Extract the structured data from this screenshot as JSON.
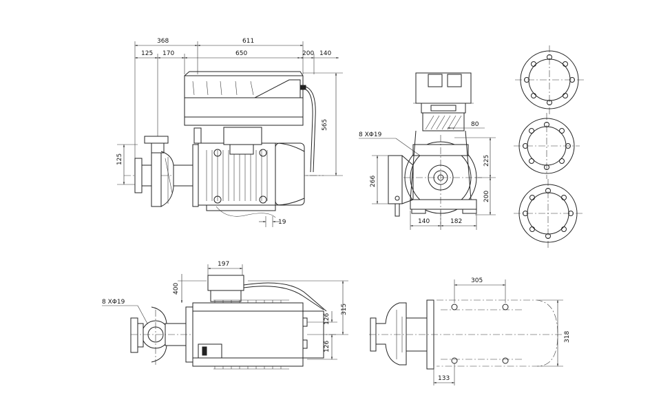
{
  "front_view": {
    "dims": {
      "overall_left": "368",
      "overall_right": "611",
      "flange_offset": "125",
      "pump_length": "170",
      "motor_length": "650",
      "box_overhang": "200",
      "box_right": "140",
      "pipe_height": "125",
      "total_height": "565",
      "foot_offset": "19"
    }
  },
  "side_view": {
    "dims": {
      "bolt_note": "8 XΦ19",
      "fan_offset": "80",
      "upper_height": "225",
      "lower_height": "200",
      "left_height": "266",
      "base_left": "140",
      "base_right": "182"
    }
  },
  "top_view": {
    "dims": {
      "bolt_note": "8 XΦ19",
      "box_width": "197",
      "box_offset": "400",
      "cable_offset": "126",
      "half_width": "315",
      "bottom_offset": "126"
    }
  },
  "base_view": {
    "dims": {
      "hole_spacing": "305",
      "base_width": "318",
      "foot_offset": "133"
    }
  }
}
